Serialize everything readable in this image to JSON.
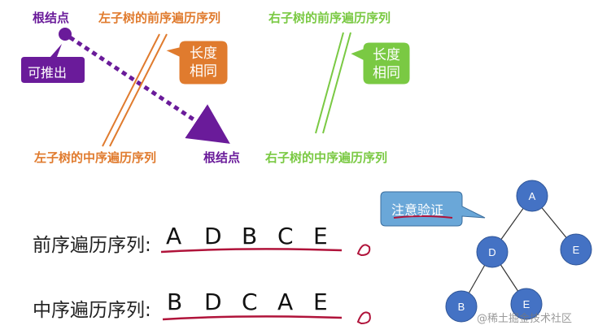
{
  "top": {
    "root_top_label": "根结点",
    "left_preorder_label": "左子树的前序遍历序列",
    "right_preorder_label": "右子树的前序遍历序列",
    "deducible_label": "可推出",
    "same_length_left": [
      "长度",
      "相同"
    ],
    "same_length_right": [
      "长度",
      "相同"
    ],
    "left_inorder_label": "左子树的中序遍历序列",
    "root_bottom_label": "根结点",
    "right_inorder_label": "右子树的中序遍历序列"
  },
  "bottom": {
    "preorder_label": "前序遍历序列:",
    "preorder": [
      "A",
      "D",
      "B",
      "C",
      "E"
    ],
    "inorder_label": "中序遍历序列:",
    "inorder": [
      "B",
      "D",
      "C",
      "A",
      "E"
    ],
    "note_label": "注意验证"
  },
  "tree": {
    "nodes": [
      "A",
      "D",
      "E",
      "B",
      "E"
    ]
  },
  "watermark": "@稀土掘金技术社区",
  "colors": {
    "purple": "#6a1b9a",
    "orange": "#e07b2e",
    "green": "#7ac943",
    "node_blue": "#4472c4",
    "callout_blue": "#6aa7d8",
    "underline_red": "#b0133a"
  }
}
